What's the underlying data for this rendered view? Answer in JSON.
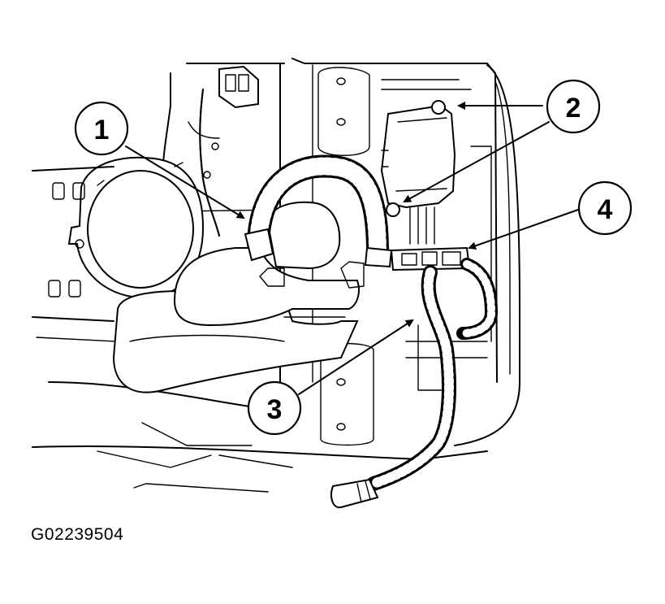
{
  "figure_code": "G02239504",
  "callouts": [
    {
      "label": "1"
    },
    {
      "label": "2"
    },
    {
      "label": "3"
    },
    {
      "label": "4"
    }
  ]
}
